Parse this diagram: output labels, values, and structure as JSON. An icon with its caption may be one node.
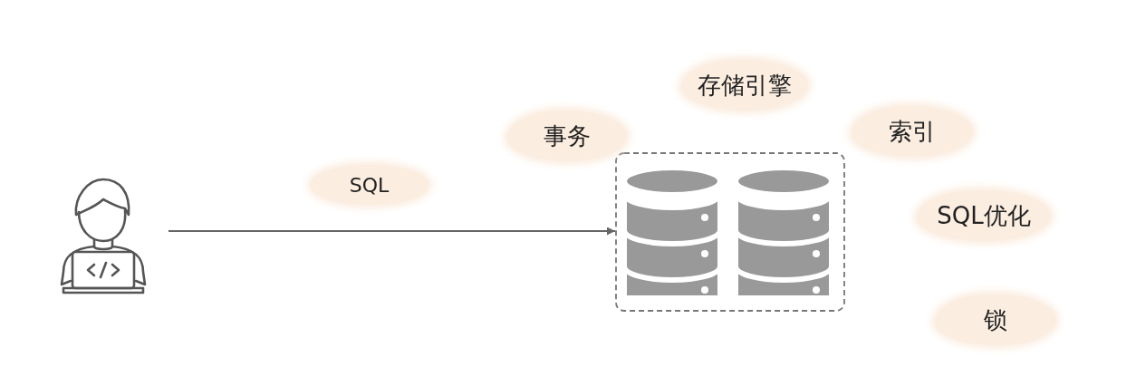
{
  "diagram": {
    "nodes": [
      {
        "text": [],
        "shape": "person"
      },
      {
        "text": [],
        "shape": "box"
      },
      {
        "text": [
          "事务"
        ]
      },
      {
        "text": [
          "存储引擎"
        ]
      },
      {
        "text": [
          "索引"
        ]
      },
      {
        "text": [
          "SQL优化"
        ]
      },
      {
        "text": [
          "锁"
        ]
      }
    ],
    "edges": [
      {
        "from": 0,
        "to": 1,
        "arrow": "to",
        "label": "SQL"
      }
    ]
  }
}
